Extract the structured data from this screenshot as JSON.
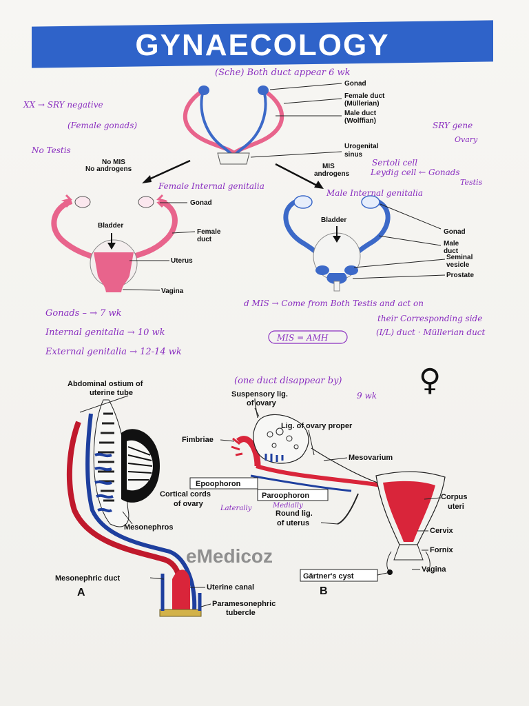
{
  "title": "GYNAECOLOGY",
  "top_diagram": {
    "gonad": "Gonad",
    "female_duct": "Female duct",
    "female_duct_alt": "(Müllerian)",
    "male_duct": "Male duct",
    "male_duct_alt": "(Wolffian)",
    "urogenital": "Urogenital",
    "sinus": "sinus",
    "no_mis": "No MIS",
    "no_androgens": "No androgens",
    "mis": "MIS",
    "androgens": "androgens"
  },
  "female_diagram": {
    "gonad": "Gonad",
    "bladder": "Bladder",
    "female_duct_1": "Female",
    "female_duct_2": "duct",
    "uterus": "Uterus",
    "vagina": "Vagina"
  },
  "male_diagram": {
    "bladder": "Bladder",
    "gonad": "Gonad",
    "male_duct_1": "Male",
    "male_duct_2": "duct",
    "seminal_1": "Seminal",
    "seminal_2": "vesicle",
    "prostate": "Prostate"
  },
  "handwritten": {
    "top": "(Sche) Both duct appear 6 wk",
    "left1": "XX → SRY negative",
    "left2": "(Female gonads)",
    "left3": "No Testis",
    "right1": "SRY gene",
    "right2": "Ovary",
    "right3": "Leydig cell ← Gonads",
    "right4": "Testis",
    "right5": "Sertoli cell",
    "female_int": "Female Internal genitalia",
    "male_int": "Male Internal genitalia",
    "gonads_line": "Gonads  –  → 7 wk",
    "internal_line": "Internal genitalia → 10 wk",
    "external_line": "External genitalia → 12-14 wk",
    "mis_line1": "d  MIS → Come from Both Testis and act on",
    "mis_line2": "their Corresponding side",
    "mis_line3": "(I/L) duct · Müllerian duct",
    "mis_amh": "MIS = AMH",
    "one_duct1": "(one duct disappear by)",
    "one_duct2": "9 wk",
    "laterally": "Laterally",
    "medially": "Medially"
  },
  "bottom_diagram": {
    "abdominal_1": "Abdominal ostium of",
    "abdominal_2": "uterine tube",
    "suspensory_1": "Suspensory lig.",
    "suspensory_2": "of ovary",
    "lig_ovary": "Lig. of ovary proper",
    "fimbriae": "Fimbriae",
    "mesovarium": "Mesovarium",
    "epoophoron": "Epoophoron",
    "cortical_1": "Cortical cords",
    "cortical_2": "of ovary",
    "paroophoron": "Paroophoron",
    "round_1": "Round lig.",
    "round_2": "of uterus",
    "corpus_1": "Corpus",
    "corpus_2": "uteri",
    "mesonephros": "Mesonephros",
    "cervix": "Cervix",
    "fornix": "Fornix",
    "vagina": "Vagina",
    "mesonephric_duct": "Mesonephric duct",
    "gartner": "Gärtner's cyst",
    "uterine_canal": "Uterine canal",
    "paramesonephric_1": "Paramesonephric",
    "paramesonephric_2": "tubercle",
    "label_a": "A",
    "label_b": "B",
    "female_symbol": "♀"
  },
  "watermark": "eMedicoz",
  "colors": {
    "banner": "#2f63c9",
    "female_pink": "#e8648c",
    "male_blue": "#3c69c8",
    "red": "#d9253a",
    "ink": "#8a2fc0"
  }
}
